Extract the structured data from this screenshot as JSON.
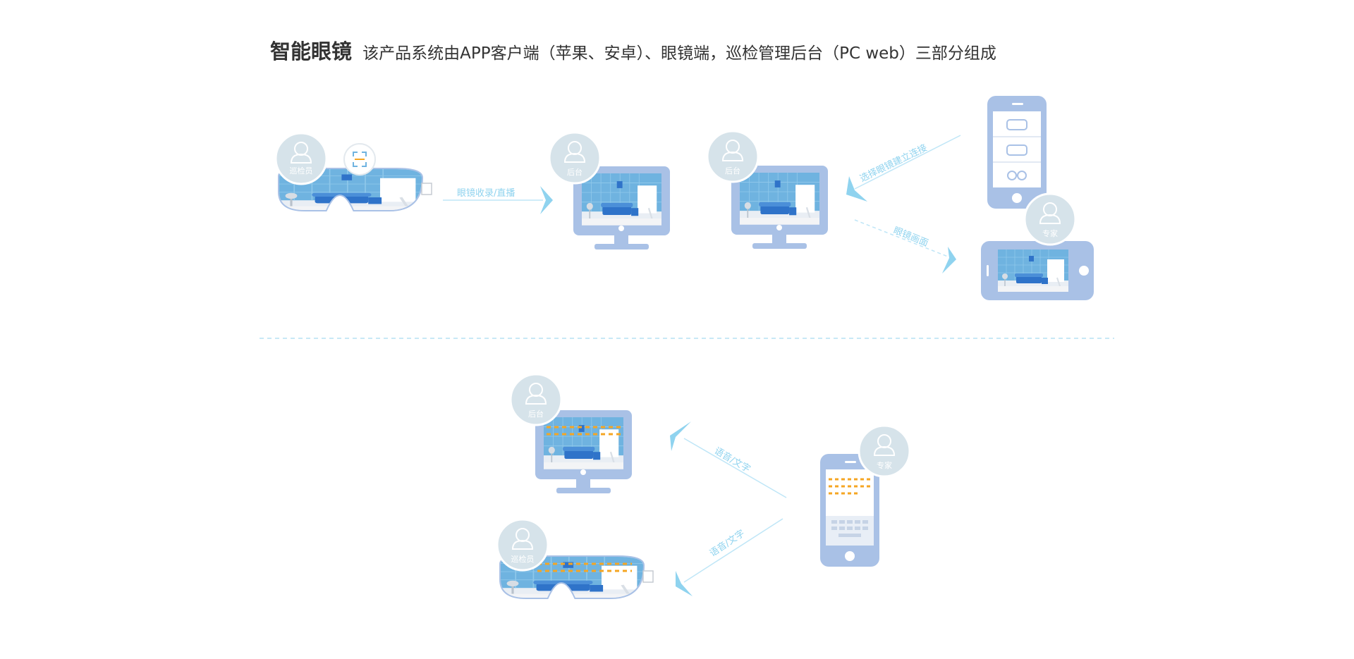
{
  "title": {
    "main": "智能眼镜",
    "sub": "该产品系统由APP客户端（苹果、安卓）、眼镜端，巡检管理后台（PC web）三部分组成"
  },
  "roles": {
    "inspector": "巡检员",
    "backend": "后台",
    "expert": "专家"
  },
  "flows": {
    "receive_live": "眼镜收录/直播",
    "select_connect": "选择眼镜建立连接",
    "glasses_view": "眼镜画面",
    "voice_text_top": "语音/文字",
    "voice_text_bottom": "语音/文字"
  },
  "colors": {
    "device": "#a9c1e6",
    "screen_wall": "#6fb3e0",
    "sofa": "#2f73c9",
    "avatar_bg": "#d6e3ea",
    "flow_line": "#bfe6f7",
    "arrow": "#8fd3ef",
    "dash_text": "#f5a623",
    "divider": "#a8daf0"
  }
}
